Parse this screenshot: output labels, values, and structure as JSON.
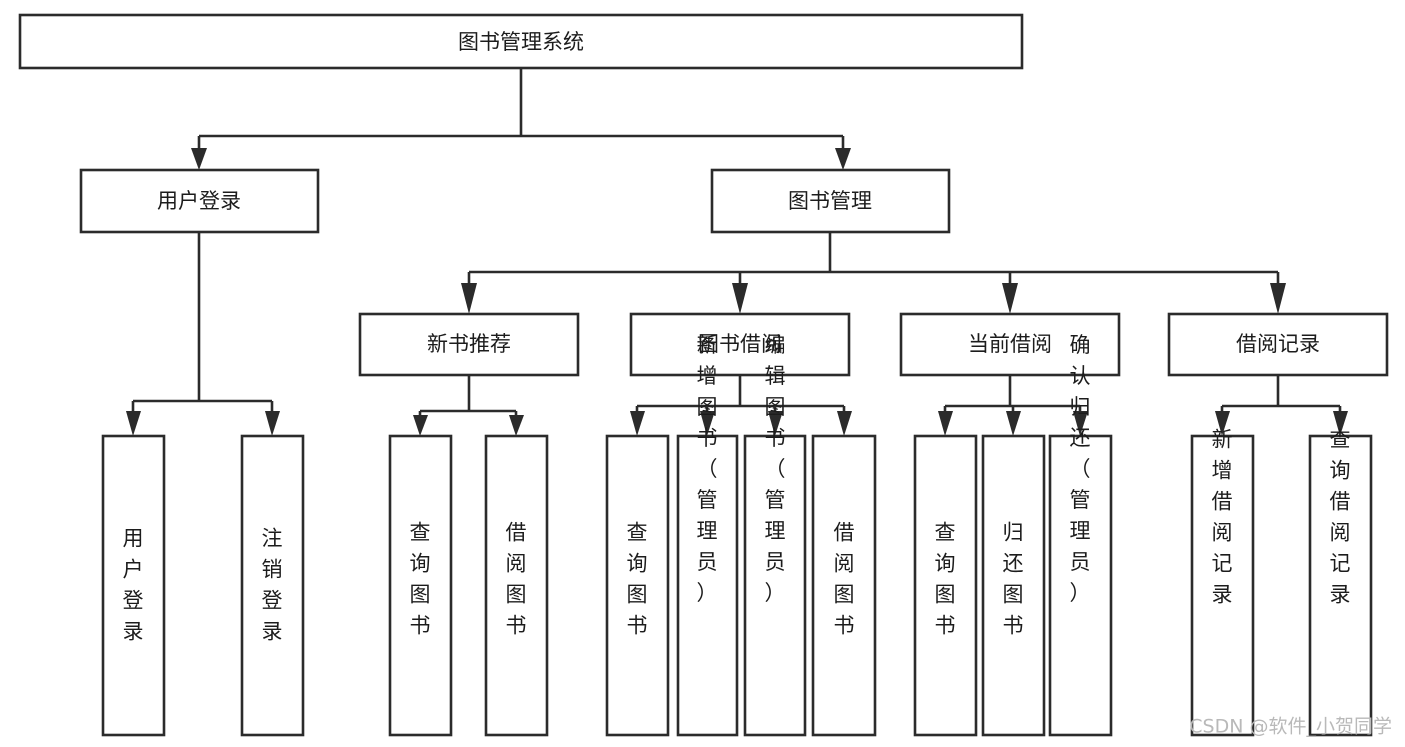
{
  "diagram": {
    "title": "图书管理系统",
    "type": "tree-hierarchy-diagram",
    "theme": {
      "background": "#ffffff",
      "box_fill": "#ffffff",
      "box_stroke": "#2b2b2b",
      "text_color": "#1c1c1c",
      "watermark_color": "#b9b9b9"
    },
    "nodes": {
      "root": {
        "label": "图书管理系统",
        "orientation": "horizontal"
      },
      "level2": [
        {
          "id": "user-login",
          "label": "用户登录",
          "orientation": "horizontal"
        },
        {
          "id": "book-management",
          "label": "图书管理",
          "orientation": "horizontal"
        }
      ],
      "level3": [
        {
          "id": "new-book-recommend",
          "label": "新书推荐",
          "orientation": "horizontal"
        },
        {
          "id": "book-borrow",
          "label": "图书借阅",
          "orientation": "horizontal"
        },
        {
          "id": "current-borrow",
          "label": "当前借阅",
          "orientation": "horizontal"
        },
        {
          "id": "borrow-record",
          "label": "借阅记录",
          "orientation": "horizontal"
        }
      ],
      "leaves": [
        {
          "id": "leaf-user-login",
          "label": "用户登录",
          "orientation": "vertical",
          "parent": "user-login"
        },
        {
          "id": "leaf-logout",
          "label": "注销登录",
          "orientation": "vertical",
          "parent": "user-login"
        },
        {
          "id": "leaf-query-book-1",
          "label": "查询图书",
          "orientation": "vertical",
          "parent": "new-book-recommend"
        },
        {
          "id": "leaf-borrow-book-1",
          "label": "借阅图书",
          "orientation": "vertical",
          "parent": "new-book-recommend"
        },
        {
          "id": "leaf-query-book-2",
          "label": "查询图书",
          "orientation": "vertical",
          "parent": "book-borrow"
        },
        {
          "id": "leaf-add-book",
          "label": "新增图书（管理员）",
          "orientation": "vertical",
          "parent": "book-borrow"
        },
        {
          "id": "leaf-edit-book",
          "label": "编辑图书（管理员）",
          "orientation": "vertical",
          "parent": "book-borrow"
        },
        {
          "id": "leaf-borrow-book-2",
          "label": "借阅图书",
          "orientation": "vertical",
          "parent": "book-borrow"
        },
        {
          "id": "leaf-query-book-3",
          "label": "查询图书",
          "orientation": "vertical",
          "parent": "current-borrow"
        },
        {
          "id": "leaf-return-book",
          "label": "归还图书",
          "orientation": "vertical",
          "parent": "current-borrow"
        },
        {
          "id": "leaf-confirm-return",
          "label": "确认归还（管理员）",
          "orientation": "vertical",
          "parent": "current-borrow"
        },
        {
          "id": "leaf-add-record",
          "label": "新增借阅记录",
          "orientation": "vertical",
          "parent": "borrow-record"
        },
        {
          "id": "leaf-query-record",
          "label": "查询借阅记录",
          "orientation": "vertical",
          "parent": "borrow-record"
        }
      ]
    },
    "watermark": "CSDN @软件_小贺同学"
  }
}
